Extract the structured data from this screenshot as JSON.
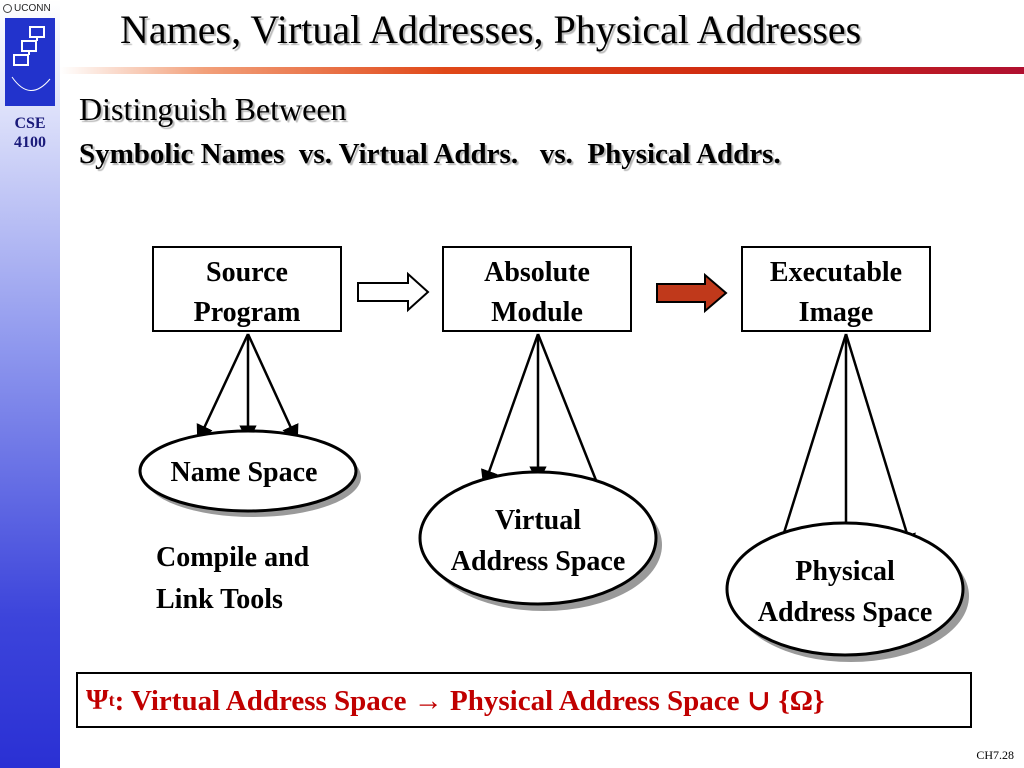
{
  "brand": {
    "university": "UCONN",
    "course_line1": "CSE",
    "course_line2": "4100"
  },
  "slide": {
    "title": "Names, Virtual Addresses, Physical Addresses",
    "subtitle": "Distinguish Between",
    "subtitle_bold": "Symbolic Names  vs. Virtual Addrs.   vs.  Physical Addrs."
  },
  "diagram": {
    "boxes": [
      {
        "line1": "Source",
        "line2": "Program"
      },
      {
        "line1": "Absolute",
        "line2": "Module"
      },
      {
        "line1": "Executable",
        "line2": "Image"
      }
    ],
    "ellipses": [
      {
        "line1": "Name Space",
        "line2": ""
      },
      {
        "line1": "Virtual",
        "line2": "Address Space"
      },
      {
        "line1": "Physical",
        "line2": "Address Space"
      }
    ],
    "arrows": [
      {
        "style": "outline"
      },
      {
        "style": "filled",
        "color": "#c0391b"
      }
    ],
    "tools_label_line1": "Compile and",
    "tools_label_line2": "Link Tools"
  },
  "mapping": {
    "psi": "Ψ",
    "subscript": "t",
    "text": ": Virtual Address Space → Physical Address Space ∪ {Ω}",
    "color": "#c00000"
  },
  "footer": {
    "page": "CH7.28"
  }
}
